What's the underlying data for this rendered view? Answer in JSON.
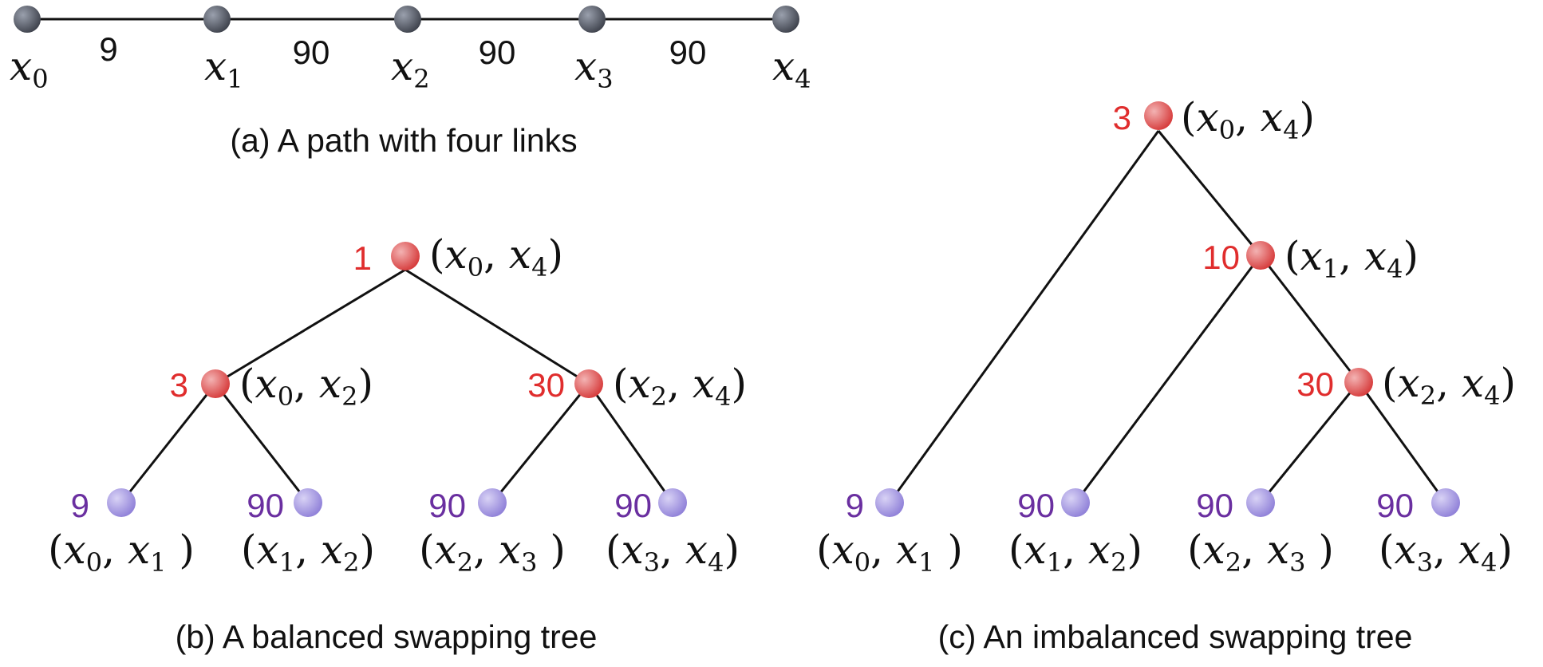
{
  "colors": {
    "path_node": "#4a4e59",
    "internal_node": "#e04848",
    "leaf_node": "#9a8ee0",
    "internal_label": "#e02d2d",
    "leaf_label": "#6a2fa0",
    "edge": "#111111"
  },
  "path": {
    "caption": "(a) A path with four links",
    "nodes": [
      {
        "var": "x",
        "sub": "0"
      },
      {
        "var": "x",
        "sub": "1"
      },
      {
        "var": "x",
        "sub": "2"
      },
      {
        "var": "x",
        "sub": "3"
      },
      {
        "var": "x",
        "sub": "4"
      }
    ],
    "link_labels": [
      "9",
      "90",
      "90",
      "90"
    ]
  },
  "balanced_tree": {
    "caption": "(b) A balanced swapping tree",
    "root": {
      "value": "1",
      "pair": [
        "0",
        "4"
      ]
    },
    "internal": [
      {
        "value": "3",
        "pair": [
          "0",
          "2"
        ]
      },
      {
        "value": "30",
        "pair": [
          "2",
          "4"
        ]
      }
    ],
    "leaves": [
      {
        "value": "9",
        "pair": [
          "0",
          "1"
        ]
      },
      {
        "value": "90",
        "pair": [
          "1",
          "2"
        ]
      },
      {
        "value": "90",
        "pair": [
          "2",
          "3"
        ]
      },
      {
        "value": "90",
        "pair": [
          "3",
          "4"
        ]
      }
    ]
  },
  "imbalanced_tree": {
    "caption": "(c) An imbalanced swapping tree",
    "root": {
      "value": "3",
      "pair": [
        "0",
        "4"
      ]
    },
    "internal": [
      {
        "value": "10",
        "pair": [
          "1",
          "4"
        ]
      },
      {
        "value": "30",
        "pair": [
          "2",
          "4"
        ]
      }
    ],
    "leaves": [
      {
        "value": "9",
        "pair": [
          "0",
          "1"
        ]
      },
      {
        "value": "90",
        "pair": [
          "1",
          "2"
        ]
      },
      {
        "value": "90",
        "pair": [
          "2",
          "3"
        ]
      },
      {
        "value": "90",
        "pair": [
          "3",
          "4"
        ]
      }
    ]
  }
}
